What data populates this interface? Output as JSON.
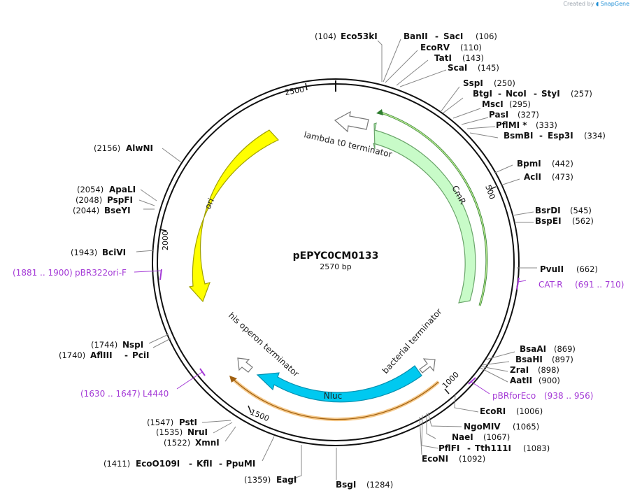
{
  "credit": {
    "prefix": "Created by",
    "brand": "SnapGene"
  },
  "plasmid": {
    "name": "pEPYC0CM0133",
    "length_label": "2570 bp",
    "length": 2570
  },
  "ticks": [
    {
      "pos": 500,
      "label": "500"
    },
    {
      "pos": 1000,
      "label": "1000"
    },
    {
      "pos": 1500,
      "label": "1500"
    },
    {
      "pos": 2000,
      "label": "2000"
    },
    {
      "pos": 2500,
      "label": "2500"
    }
  ],
  "features": [
    {
      "name": "lambda t0 terminator",
      "label": "lambda t0 terminator",
      "type": "terminator"
    },
    {
      "name": "CmR",
      "label": "CmR",
      "type": "cds",
      "color": "#c8fbc8"
    },
    {
      "name": "ori",
      "label": "ori",
      "type": "rep_origin",
      "color": "#ffff00"
    },
    {
      "name": "bacterial terminator",
      "label": "bacterial terminator",
      "type": "terminator"
    },
    {
      "name": "his operon terminator",
      "label": "his operon terminator",
      "type": "terminator"
    },
    {
      "name": "Nluc",
      "label": "Nluc",
      "type": "cds",
      "color": "#00c9f0"
    }
  ],
  "primers": [
    {
      "name": "CAT-R",
      "range": "(691 .. 710)"
    },
    {
      "name": "pBRforEco",
      "range": "(938 .. 956)"
    },
    {
      "name": "L4440",
      "range": "(1630 .. 1647)"
    },
    {
      "name": "pBR322ori-F",
      "range": "(1881 .. 1900)"
    }
  ],
  "enzymes": [
    {
      "name": "Eco53kI",
      "pos": "(104)"
    },
    {
      "name": "BanII",
      "name2": "SacI",
      "pos": "(106)"
    },
    {
      "name": "EcoRV",
      "pos": "(110)"
    },
    {
      "name": "TatI",
      "pos": "(143)"
    },
    {
      "name": "ScaI",
      "pos": "(145)"
    },
    {
      "name": "SspI",
      "pos": "(250)"
    },
    {
      "name": "BtgI",
      "name2": "NcoI",
      "name3": "StyI",
      "pos": "(257)"
    },
    {
      "name": "MscI",
      "pos": "(295)"
    },
    {
      "name": "PasI",
      "pos": "(327)"
    },
    {
      "name": "PflMI *",
      "pos": "(333)"
    },
    {
      "name": "BsmBI",
      "name2": "Esp3I",
      "pos": "(334)"
    },
    {
      "name": "BpmI",
      "pos": "(442)"
    },
    {
      "name": "AclI",
      "pos": "(473)"
    },
    {
      "name": "BsrDI",
      "pos": "(545)"
    },
    {
      "name": "BspEI",
      "pos": "(562)"
    },
    {
      "name": "PvuII",
      "pos": "(662)"
    },
    {
      "name": "BsaAI",
      "pos": "(869)"
    },
    {
      "name": "BsaHI",
      "pos": "(897)"
    },
    {
      "name": "ZraI",
      "pos": "(898)"
    },
    {
      "name": "AatII",
      "pos": "(900)"
    },
    {
      "name": "EcoRI",
      "pos": "(1006)"
    },
    {
      "name": "NgoMIV",
      "pos": "(1065)"
    },
    {
      "name": "NaeI",
      "pos": "(1067)"
    },
    {
      "name": "PflFI",
      "name2": "Tth111I",
      "pos": "(1083)"
    },
    {
      "name": "EcoNI",
      "pos": "(1092)"
    },
    {
      "name": "BsgI",
      "pos": "(1284)"
    },
    {
      "name": "EagI",
      "pos": "(1359)"
    },
    {
      "name": "EcoO109I",
      "name2": "KflI",
      "name3": "PpuMI",
      "pos": "(1411)"
    },
    {
      "name": "XmnI",
      "pos": "(1522)"
    },
    {
      "name": "NruI",
      "pos": "(1535)"
    },
    {
      "name": "PstI",
      "pos": "(1547)"
    },
    {
      "name": "AflIII",
      "name2": "PciI",
      "pos": "(1740)"
    },
    {
      "name": "NspI",
      "pos": "(1744)"
    },
    {
      "name": "BciVI",
      "pos": "(1943)"
    },
    {
      "name": "BseYI",
      "pos": "(2044)"
    },
    {
      "name": "PspFI",
      "pos": "(2048)"
    },
    {
      "name": "ApaLI",
      "pos": "(2054)"
    },
    {
      "name": "AlwNI",
      "pos": "(2156)"
    }
  ]
}
